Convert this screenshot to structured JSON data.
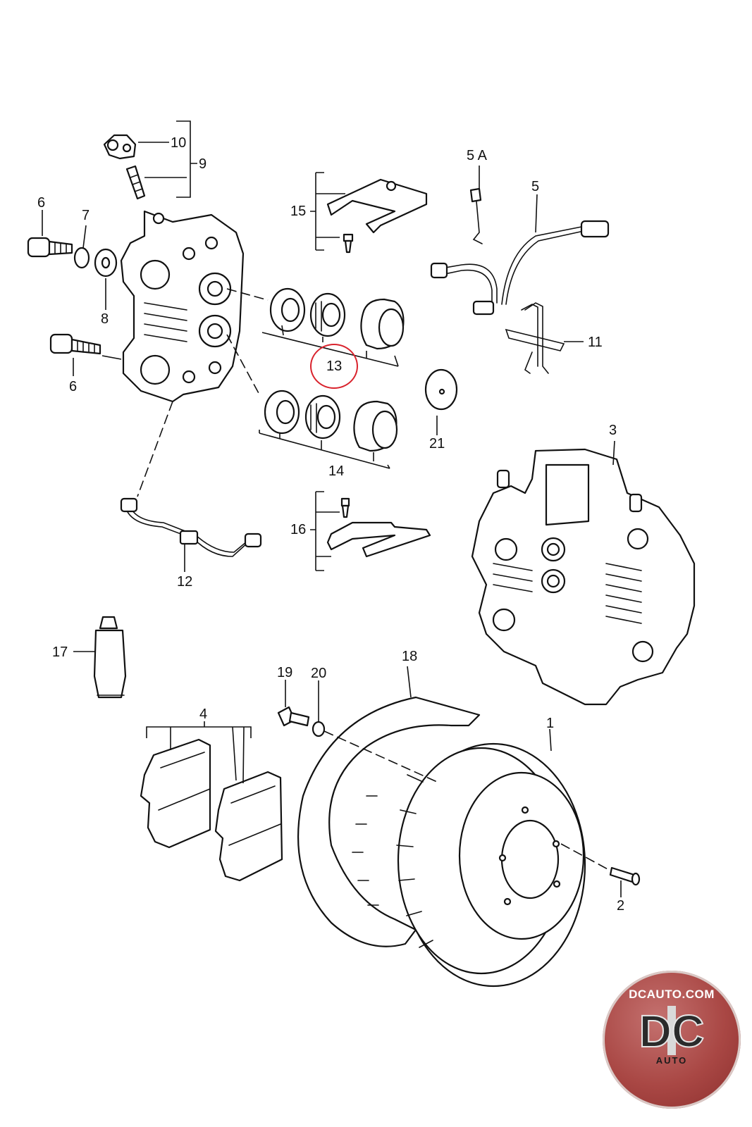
{
  "callouts": {
    "c1": "1",
    "c2": "2",
    "c3": "3",
    "c4": "4",
    "c5": "5",
    "c5a": "5 A",
    "c6a": "6",
    "c6b": "6",
    "c7": "7",
    "c8": "8",
    "c9": "9",
    "c10": "10",
    "c11": "11",
    "c12": "12",
    "c13": "13",
    "c14": "14",
    "c15": "15",
    "c16": "16",
    "c17": "17",
    "c18": "18",
    "c19": "19",
    "c20": "20",
    "c21": "21"
  },
  "highlight": {
    "callout": "13",
    "color": "#d9232d"
  },
  "logo": {
    "url_text": "DCAUTO.COM",
    "mark": "DC",
    "sub": "AUTO",
    "color": "#a94744"
  }
}
